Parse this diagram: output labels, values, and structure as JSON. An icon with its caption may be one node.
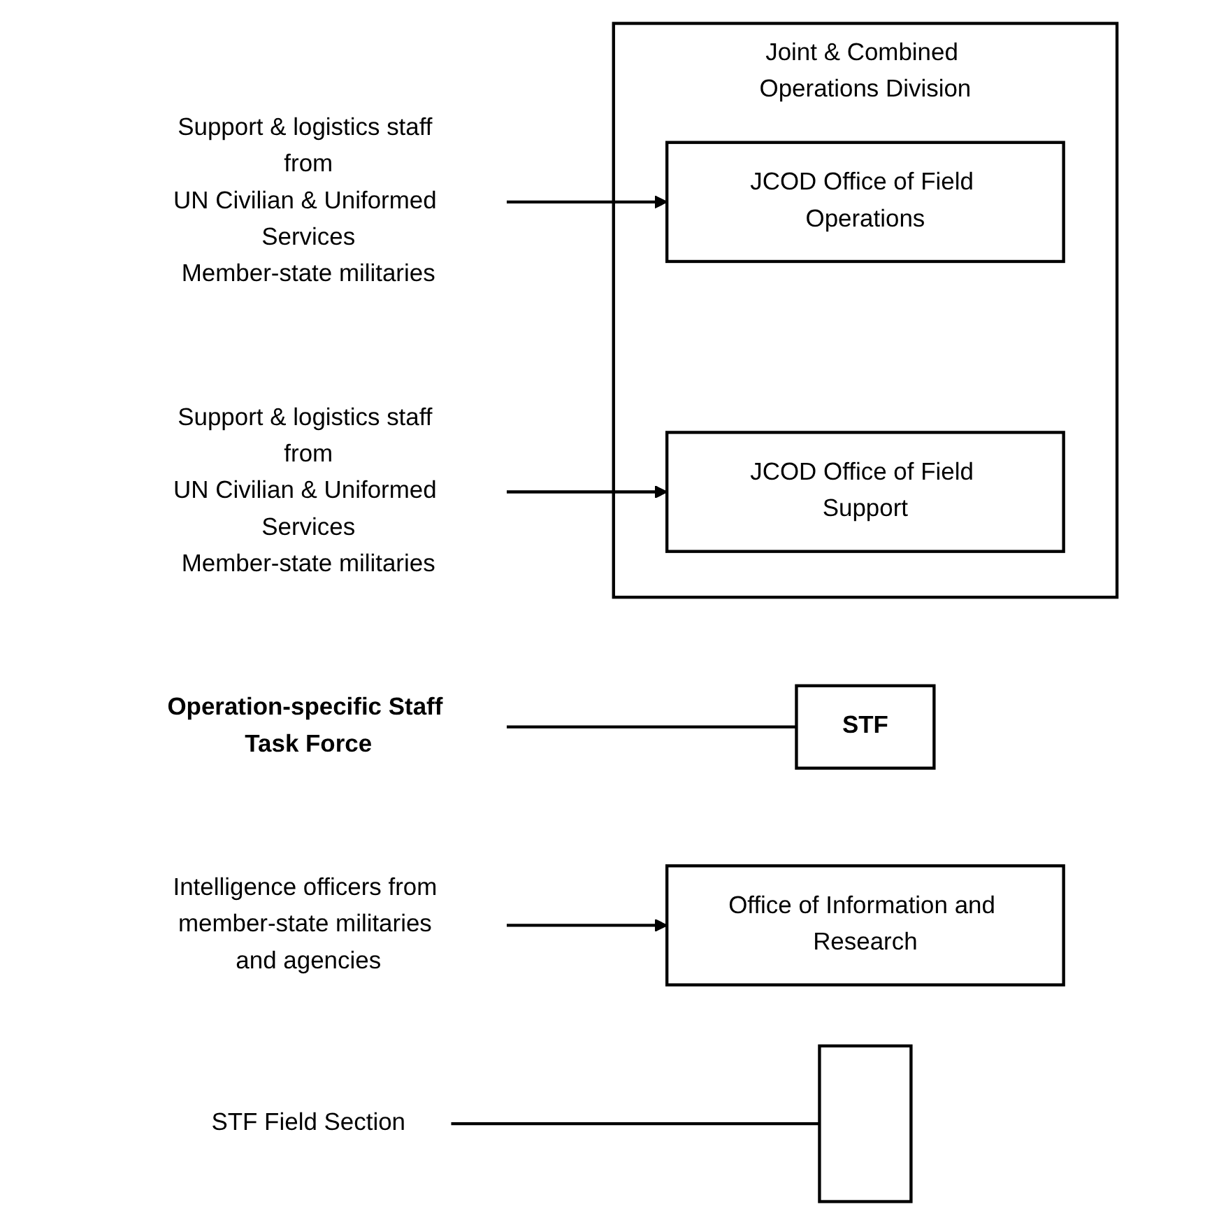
{
  "diagram": {
    "nodes": [
      {
        "text": [
          "Operation-specific Staff Task Force"
        ]
      },
      {
        "text": [
          "Joint & Combined Operations Division"
        ]
      },
      {
        "text": [
          "STF"
        ]
      },
      {
        "text": [
          "JCOD Office of Field Operations"
        ],
        "in": 1
      },
      {
        "text": [
          "JCOD Office of Field Support"
        ],
        "in": 1
      },
      {
        "text": [
          "Office of Information and Research"
        ]
      },
      {
        "text": [
          "Support & logistics staff from",
          "UN Civilian & Uniformed Services",
          "Member-state militaries"
        ]
      },
      {
        "text": [
          "Support & logistics staff from",
          "UN Civilian & Uniformed Services",
          "Member-state militaries"
        ]
      },
      {
        "text": [
          "Intelligence officers from member-state militaries and agencies"
        ]
      },
      {
        "text": [
          "STF Field Section"
        ]
      },
      {
        "text": [],
        "shape": "bar"
      }
    ],
    "edges": [
      {
        "from": 0,
        "to": 2,
        "arrow": "none"
      },
      {
        "from": 6,
        "to": 3,
        "arrow": "to"
      },
      {
        "from": 7,
        "to": 4,
        "arrow": "to"
      },
      {
        "from": 8,
        "to": 5,
        "arrow": "to"
      },
      {
        "from": 9,
        "to": 10,
        "arrow": "none"
      }
    ]
  }
}
